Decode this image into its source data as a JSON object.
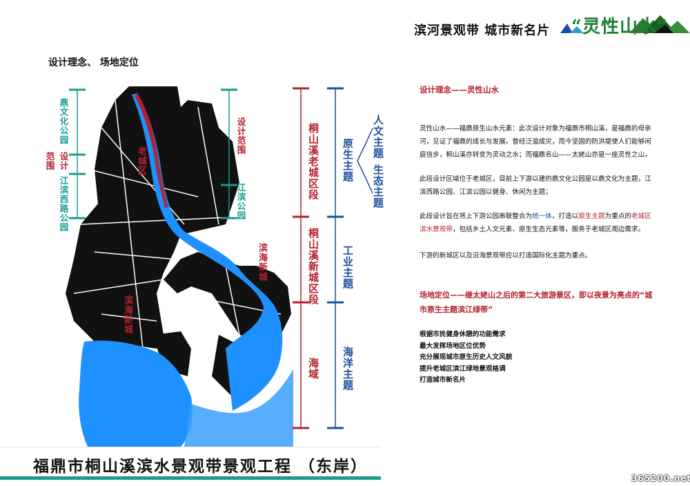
{
  "header": {
    "title": "滨河景观带  城市新名片",
    "slogan": "“灵性山水”"
  },
  "section_heading": "设计理念、  场地定位",
  "map_labels": {
    "dingwen_park": "鼎文化公园",
    "design_scope_left_a": "范围",
    "design_scope_left_b": "设计",
    "jiangbin_west": "江滨西路公园",
    "design_scope_right": "设计范围",
    "jiangbin_park": "江滨公园",
    "old_district": "老城区",
    "binhai_new_city_a": "滨海新城",
    "binhai_new_city_b": "滨海新城"
  },
  "brackets": {
    "old_section": "桐山溪老城区段",
    "new_section": "桐山溪新城区段",
    "sea_area": "海域",
    "native_theme": "原生主题",
    "humanities_theme": "人文主题",
    "ecology_theme": "生态主题",
    "industry_theme": "工业主题",
    "ocean_theme": "海洋主题"
  },
  "concept": {
    "heading": "设计理念——灵性山水",
    "p1": "灵性山水——福鼎原生山水元素：此次设计对象为福鼎市桐山溪，是福鼎的母亲河，见证了福鼎的成长与发展。曾经泛滥成灾，而今坚固的防洪堤使人们能够闲庭信步，桐山溪亦转变为灵动之水；而福鼎名山——太姥山亦是一座灵性之山，",
    "p2": "此段设计区域位于老城区，目前上下游以建的鼎文化公园是以鼎文化为主题，江滨西路公园、江滨公园以健身、休闲为主题；",
    "p3_a": "此段设计旨在将上下游公园串联整合为",
    "p3_b": "统一体",
    "p3_c": "，打造以",
    "p3_d": "原生主题",
    "p3_e": "为重点的",
    "p3_f": "老城区滨水景观带",
    "p3_g": "，包括乡土人文元素、原生生态元素等，服务于老城区周边需求。",
    "p4": "下游的新城区以及沿海景观带应以打造国际化主题为重点。"
  },
  "site": {
    "heading": "场地定位——继太姥山之后的第二大旅游景区，即以夜景为亮点的“城市原生主题滨江绿带”",
    "items": [
      "根据市民健身休憩的功能需求",
      "最大发挥场地区位优势",
      "充分展现城市原生历史人文风貌",
      "提升老城区滨江绿地景观格调",
      "打造城市新名片"
    ]
  },
  "footer": {
    "title": "福鼎市桐山溪滨水景观带景观工程 （东岸）",
    "watermark": "365200.net"
  },
  "colors": {
    "teal": "#1a9a92",
    "red": "#b3202c",
    "blue": "#1a4f9c",
    "water": "#1e90ff"
  }
}
